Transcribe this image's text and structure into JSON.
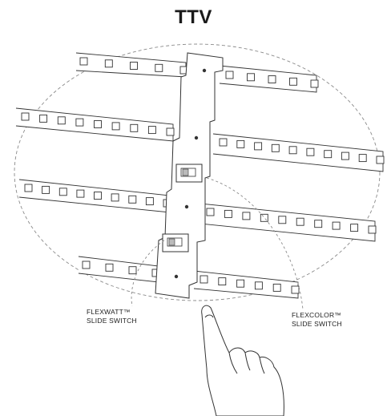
{
  "title": "TTV",
  "labels": {
    "flexwatt_line1": "FLEXWATT™",
    "flexwatt_line2": "SLIDE SWITCH",
    "flexcolor_line1": "FLEXCOLOR™",
    "flexcolor_line2": "SLIDE SWITCH"
  },
  "colors": {
    "stroke": "#333333",
    "dashed": "#8a8a8a",
    "background": "#ffffff"
  }
}
